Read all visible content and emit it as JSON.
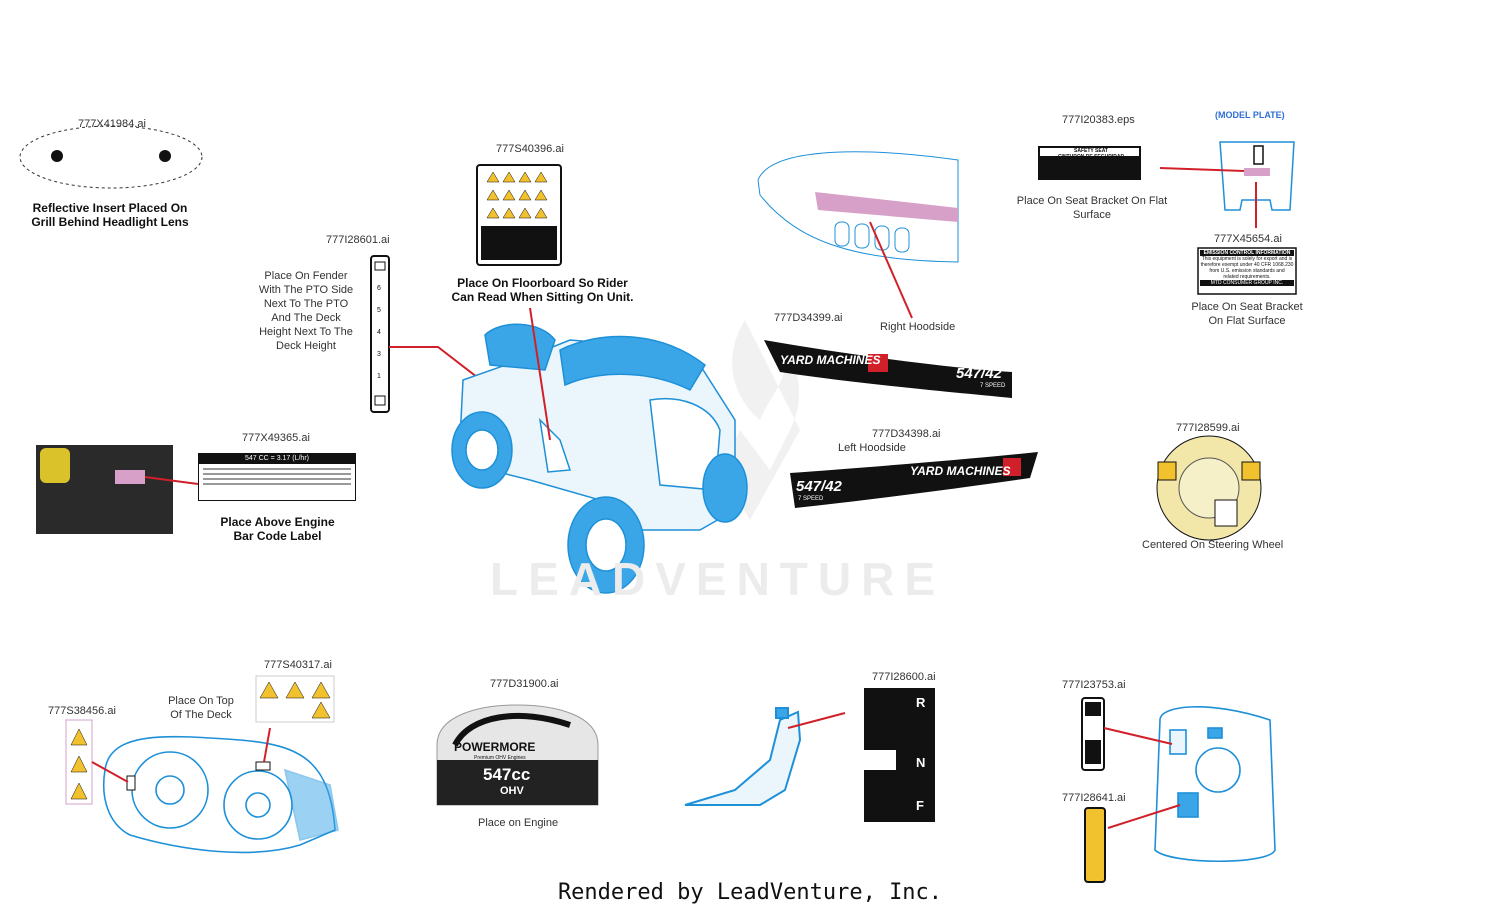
{
  "parts": {
    "p777X41984": {
      "id": "777X41984.ai",
      "caption": [
        "Reflective Insert Placed On",
        "Grill Behind Headlight Lens"
      ]
    },
    "p777S40396": {
      "id": "777S40396.ai",
      "caption": [
        "Place On Floorboard So Rider",
        "Can Read When Sitting On Unit."
      ]
    },
    "p777I28601": {
      "id": "777I28601.ai",
      "caption": [
        "Place On Fender",
        "With The PTO Side",
        "Next To The PTO",
        "And The Deck",
        "Height Next To The",
        "Deck Height"
      ]
    },
    "p777X49365": {
      "id": "777X49365.ai",
      "caption": [
        "Place Above Engine",
        "Bar Code Label"
      ],
      "decal_title": "547 CC = 3.17 (L/hr)"
    },
    "p777D34399": {
      "id": "777D34399.ai",
      "caption": "Right Hoodside"
    },
    "p777D34398": {
      "id": "777D34398.ai",
      "caption": "Left Hoodside"
    },
    "p777I20383": {
      "id": "777I20383.eps",
      "caption": [
        "Place On Seat Bracket On Flat",
        "Surface"
      ],
      "decal_title": [
        "SAFETY SEAT",
        "CINTURON DE SEGURIDAD"
      ]
    },
    "p777X45654": {
      "id": "777X45654.ai",
      "caption": [
        "Place On Seat Bracket",
        "On Flat Surface"
      ],
      "decal_title": "EMISSION CONTROL INFORMATION",
      "decal_body": [
        "This equipment is solely for export and is",
        "therefore exempt under 40 CFR 1068.230",
        "from U.S. emission standards and",
        "related requirements."
      ],
      "decal_footer": "MTD CONSUMER GROUP INC."
    },
    "p777I28599": {
      "id": "777I28599.ai",
      "caption": "Centered On Steering Wheel"
    },
    "p777S40317": {
      "id": "777S40317.ai"
    },
    "p777S38456": {
      "id": "777S38456.ai",
      "caption": [
        "Place On Top",
        "Of The Deck"
      ]
    },
    "p777D31900": {
      "id": "777D31900.ai",
      "caption": "Place on Engine",
      "brand": "POWERMORE",
      "sub": "Premium OHV Engines",
      "displacement": "547cc",
      "type": "OHV"
    },
    "p777I28600": {
      "id": "777I28600.ai",
      "gears": [
        "R",
        "N",
        "F"
      ]
    },
    "p777I23753": {
      "id": "777I23753.ai"
    },
    "p777I28641": {
      "id": "777I28641.ai"
    }
  },
  "model_plate": "(MODEL PLATE)",
  "hood_brand": "YARD MACHINES",
  "hood_model": "547/42",
  "hood_speed": "7 SPEED",
  "watermark": "LEADVENTURE",
  "footer": "Rendered by LeadVenture, Inc.",
  "colors": {
    "outline": "#1e90d8",
    "fill": "#3aa6e8",
    "arrow": "#d0202a",
    "accent_pink": "#d6a0c8",
    "plate_blue": "#2f6fd6",
    "decal_yellow": "#f2c12e"
  }
}
